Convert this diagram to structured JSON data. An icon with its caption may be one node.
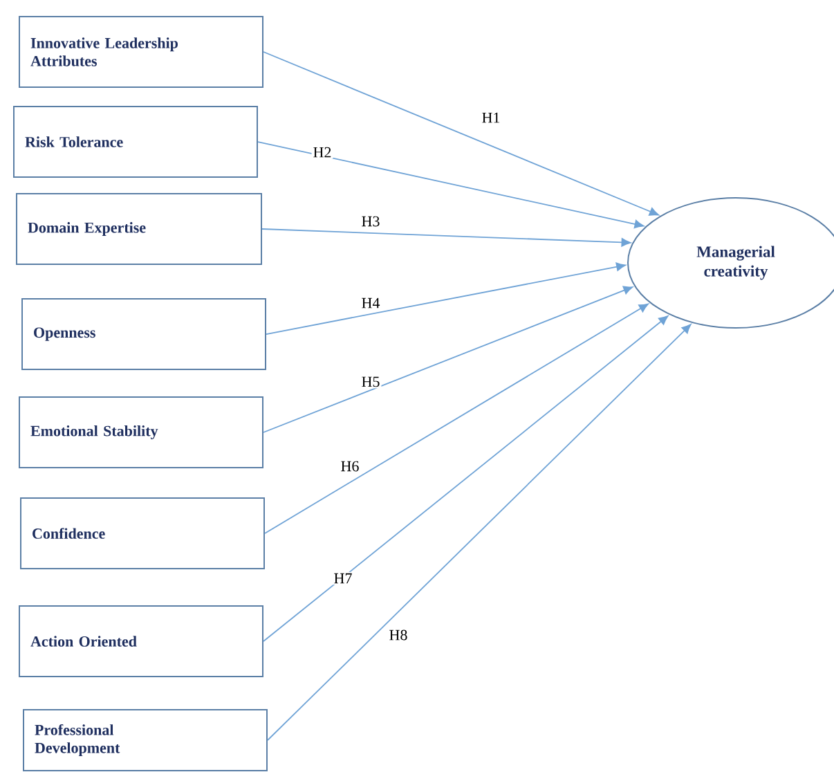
{
  "diagram": {
    "nodes": [
      {
        "text": [
          "Innovative Leadership Attributes"
        ]
      },
      {
        "text": [
          "Risk Tolerance"
        ]
      },
      {
        "text": [
          "Domain Expertise"
        ]
      },
      {
        "text": [
          "Openness"
        ]
      },
      {
        "text": [
          "Emotional Stability"
        ]
      },
      {
        "text": [
          "Confidence"
        ]
      },
      {
        "text": [
          "Action Oriented"
        ]
      },
      {
        "text": [
          "Professional Development"
        ]
      },
      {
        "text": [
          "Managerial creativity"
        ]
      }
    ],
    "edges": [
      {
        "from": 0,
        "to": 8,
        "arrow": "to",
        "label": "H1"
      },
      {
        "from": 1,
        "to": 8,
        "arrow": "to",
        "label": "H2"
      },
      {
        "from": 2,
        "to": 8,
        "arrow": "to",
        "label": "H3"
      },
      {
        "from": 3,
        "to": 8,
        "arrow": "to",
        "label": "H4"
      },
      {
        "from": 4,
        "to": 8,
        "arrow": "to",
        "label": "H5"
      },
      {
        "from": 5,
        "to": 8,
        "arrow": "to",
        "label": "H6"
      },
      {
        "from": 6,
        "to": 8,
        "arrow": "to",
        "label": "H7"
      },
      {
        "from": 7,
        "to": 8,
        "arrow": "to",
        "label": "H8"
      }
    ]
  }
}
